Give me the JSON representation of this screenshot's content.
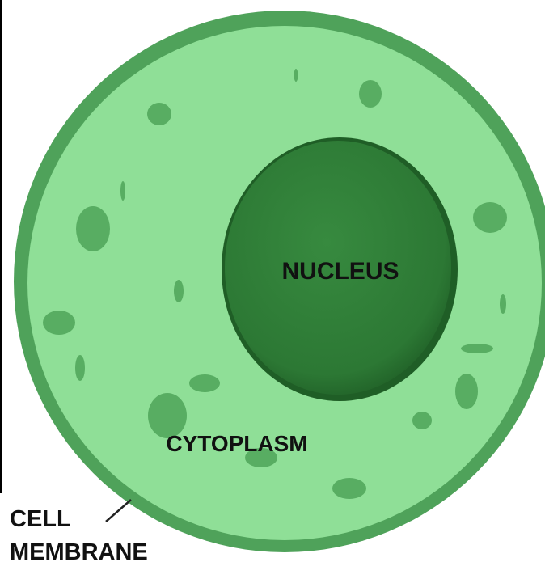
{
  "labels": {
    "nucleus": "NUCLEUS",
    "cytoplasm": "CYTOPLASM",
    "membrane_line1": "CELL",
    "membrane_line2": "MEMBRANE"
  },
  "colors": {
    "membrane": "#4fa25a",
    "cytoplasm": "#8fdf97",
    "nucleus": "#2e7d36",
    "nucleus_rim": "#1f5e26",
    "organelle": "#58ad62",
    "label_text": "#111111",
    "border_line": "#000000"
  }
}
